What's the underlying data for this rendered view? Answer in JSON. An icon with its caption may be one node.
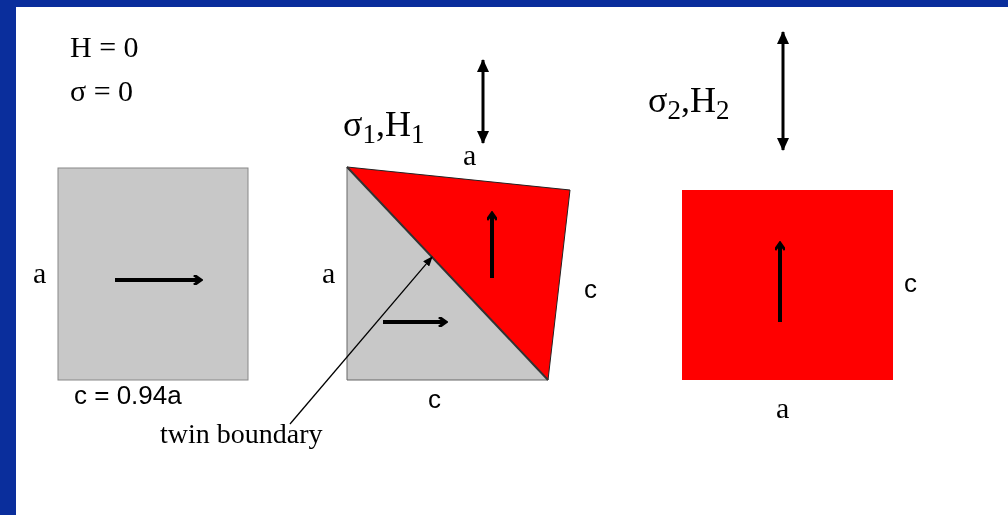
{
  "diagram": {
    "nodes": [
      {
        "text": [
          "twin boundary"
        ]
      },
      {
        "text": [],
        "shape": "bar"
      }
    ],
    "edges": [
      {
        "from": 0,
        "to": 1,
        "arrow": "to"
      }
    ],
    "labels": [
      "H = 0",
      "σ = 0",
      "σ$_{1}$,H$_{1}$",
      "σ$_{2}$,H$_{2}$",
      "a",
      "a",
      "a",
      "c",
      "c",
      "c = 0.94a",
      "c",
      "a"
    ]
  }
}
